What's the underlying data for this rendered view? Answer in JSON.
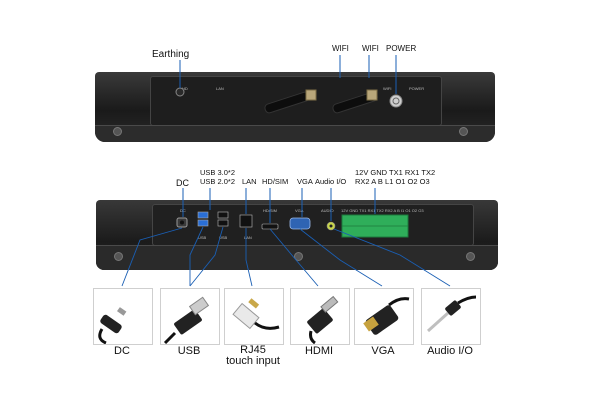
{
  "top_view": {
    "callouts": {
      "earthing": "Earthing",
      "wifi_1": "WIFI",
      "wifi_2": "WIFI",
      "power": "POWER"
    },
    "panel_text": {
      "hd": "HD",
      "lan": "LAN",
      "wifi": "WIFI",
      "power": "POWER"
    }
  },
  "bottom_view": {
    "callouts": {
      "dc": "DC",
      "usb3": "USB 3.0*2",
      "usb2": "USB 2.0*2",
      "lan": "LAN",
      "hd_sim": "HD/SIM",
      "vga": "VGA",
      "audio": "Audio I/O",
      "serial_line1": "12V GND TX1 RX1 TX2",
      "serial_line2": "RX2 A B L1 O1 O2 O3"
    },
    "panel_text": {
      "dc": "DC",
      "usb_a": "USB",
      "usb_b": "USB",
      "lan": "LAN",
      "hd_sim": "HD/SIM",
      "vga": "VGA",
      "audio": "AUDIO",
      "terminal": "12V GND TX1 RX1 TX2 RX2 A B I1 O1 O2 O3"
    }
  },
  "connectors": [
    {
      "label": "DC",
      "icon": "dc-barrel-plug-icon"
    },
    {
      "label": "USB",
      "icon": "usb-plug-icon"
    },
    {
      "label": "RJ45\ntouch input",
      "icon": "rj45-plug-icon"
    },
    {
      "label": "HDMI",
      "icon": "hdmi-plug-icon"
    },
    {
      "label": "VGA",
      "icon": "vga-plug-icon"
    },
    {
      "label": "Audio I/O",
      "icon": "audio-jack-icon"
    }
  ],
  "colors": {
    "device": "#1f1f1f",
    "callout_line": "#1a5fb4",
    "terminal_block": "#2fae5a",
    "usb3_blue": "#2a6fd6"
  }
}
